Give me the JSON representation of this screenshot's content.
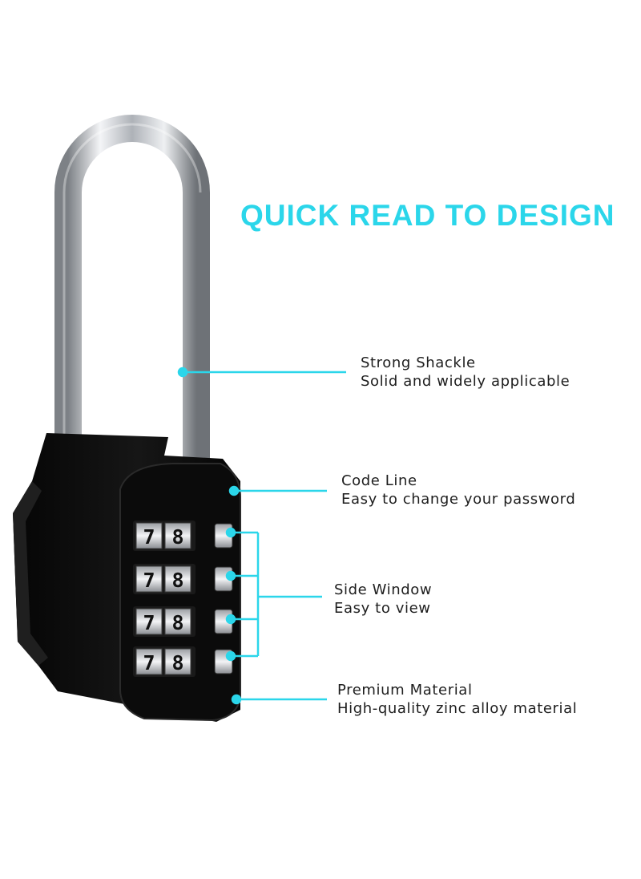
{
  "headline": {
    "text": "QUICK READ TO DESIGN"
  },
  "colors": {
    "accent": "#2bd6ea",
    "body": "#0d0d0d",
    "text": "#1e1e1e",
    "shackle": "#c9ccd1"
  },
  "callouts": [
    {
      "title": "Strong Shackle",
      "detail": "Solid and widely applicable"
    },
    {
      "title": "Code Line",
      "detail": "Easy to change your password"
    },
    {
      "title": "Side Window",
      "detail": "Easy to view"
    },
    {
      "title": "Premium Material",
      "detail": "High-quality zinc alloy material"
    }
  ],
  "dial_rows": [
    {
      "left": "7",
      "right": "8"
    },
    {
      "left": "7",
      "right": "8"
    },
    {
      "left": "7",
      "right": "8"
    },
    {
      "left": "7",
      "right": "8"
    }
  ]
}
